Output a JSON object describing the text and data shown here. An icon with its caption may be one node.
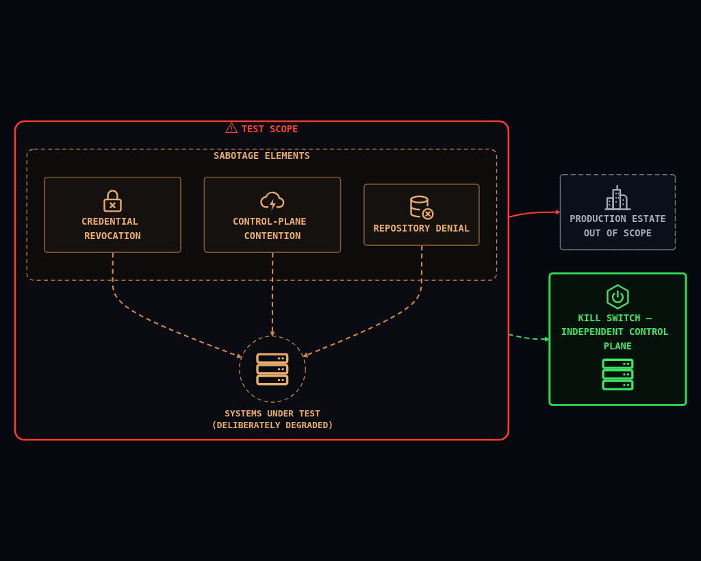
{
  "diagram": {
    "nodes": [
      {
        "text": [
          "TEST SCOPE"
        ]
      },
      {
        "text": [
          "SABOTAGE ELEMENTS"
        ],
        "in": 0
      },
      {
        "text": [
          "CREDENTIAL REVOCATION"
        ],
        "in": 1
      },
      {
        "text": [
          "CONTROL-PLANE CONTENTION"
        ],
        "in": 1
      },
      {
        "text": [
          "REPOSITORY DENIAL"
        ],
        "in": 1
      },
      {
        "text": [],
        "shape": "circle",
        "in": 0,
        "beside": [
          "SYSTEMS UNDER TEST (DELIBERATELY DEGRADED)"
        ]
      },
      {
        "text": [
          "PRODUCTION ESTATE",
          "OUT OF SCOPE"
        ]
      },
      {
        "text": [
          "KILL SWITCH — INDEPENDENT CONTROL PLANE"
        ]
      }
    ],
    "edges": [
      {
        "from": 2,
        "to": 5,
        "arrow": "to",
        "style": "dashed"
      },
      {
        "from": 3,
        "to": 5,
        "arrow": "to",
        "style": "dashed"
      },
      {
        "from": 4,
        "to": 5,
        "arrow": "to",
        "style": "dashed"
      },
      {
        "from": 0,
        "to": 6,
        "arrow": "to",
        "color": "#ff3b30"
      },
      {
        "from": 0,
        "to": 7,
        "arrow": "to",
        "style": "dashed",
        "color": "#2fdc55"
      }
    ]
  }
}
